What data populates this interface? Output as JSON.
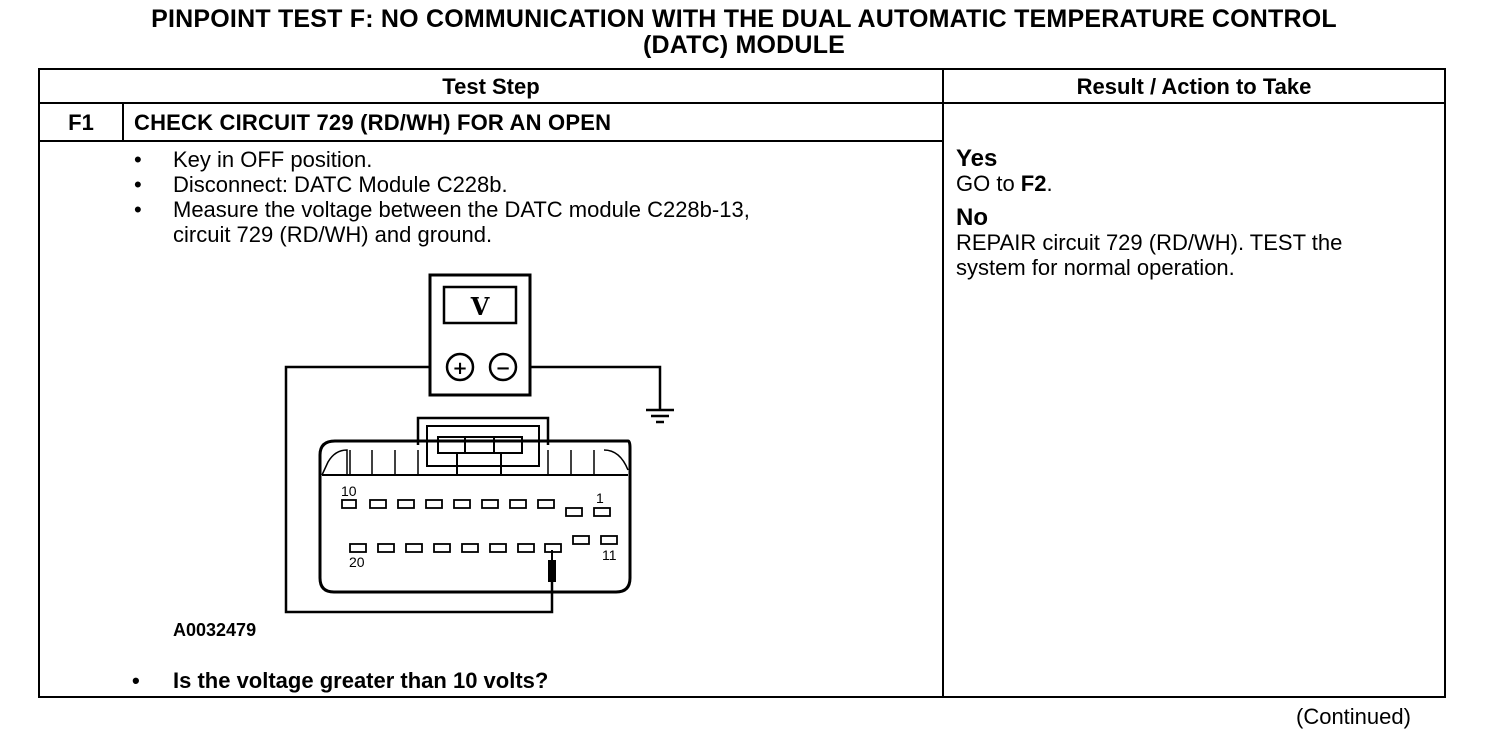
{
  "title": {
    "line1": "PINPOINT TEST  F: NO COMMUNICATION WITH THE DUAL AUTOMATIC TEMPERATURE CONTROL",
    "line2": "(DATC) MODULE"
  },
  "table": {
    "header_test_step": "Test Step",
    "header_result": "Result / Action to Take"
  },
  "step": {
    "id": "F1",
    "title": "CHECK CIRCUIT 729 (RD/WH) FOR AN OPEN",
    "bullets": [
      "Key in OFF position.",
      "Disconnect: DATC Module C228b.",
      "Measure the voltage between the DATC module C228b-13,",
      "circuit 729 (RD/WH) and ground."
    ],
    "bullet_glyph": "•",
    "question": "Is the voltage greater than 10 volts?"
  },
  "figure": {
    "meter_label": "V",
    "plus": "+",
    "minus": "−",
    "pin_10": "10",
    "pin_1": "1",
    "pin_20": "20",
    "pin_11": "11",
    "figure_id": "A0032479"
  },
  "result": {
    "yes_label": "Yes",
    "yes_action_prefix": "GO to ",
    "yes_action_target": "F2",
    "yes_action_suffix": ".",
    "no_label": "No",
    "no_action_line1": "REPAIR circuit 729 (RD/WH). TEST the",
    "no_action_line2": "system for normal operation."
  },
  "footer": {
    "continued": "(Continued)"
  }
}
